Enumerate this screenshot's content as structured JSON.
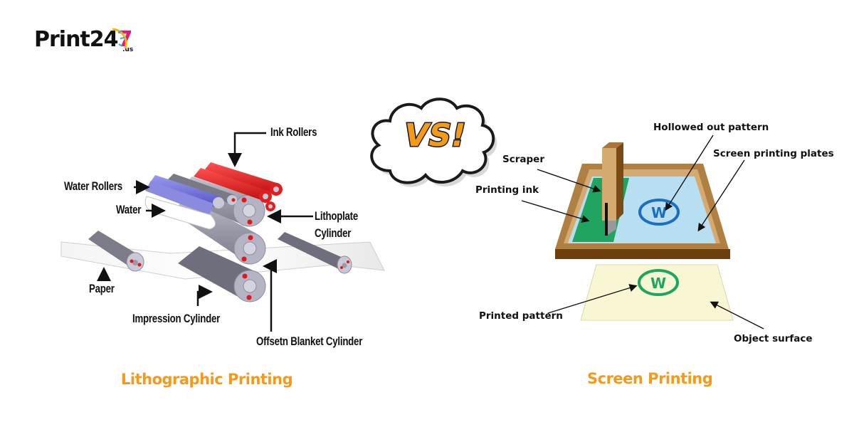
{
  "brand": {
    "name_part1": "Print",
    "name_part2": "24",
    "name_part3": "7",
    "tld": ".us",
    "accent_color": "#e0197d",
    "ring_color": "#f5b800"
  },
  "vs_badge": {
    "text": "VS!",
    "fill_color": "#f39a1a"
  },
  "lithographic": {
    "title": "Lithographic Printing",
    "labels": {
      "ink_rollers": "Ink Rollers",
      "water_rollers": "Water Rollers",
      "water": "Water",
      "lithoplate_line1": "Lithoplate",
      "lithoplate_line2": "Cylinder",
      "paper": "Paper",
      "impression_cylinder": "Impression Cylinder",
      "offset_blanket_cylinder": "Offsetn Blanket Cylinder"
    },
    "colors": {
      "ink_roller": "#e02020",
      "water_roller": "#7070d8",
      "cylinder": "#a9a9b8"
    }
  },
  "screen": {
    "title": "Screen Printing",
    "labels": {
      "hollowed_out_pattern": "Hollowed out pattern",
      "scraper": "Scraper",
      "screen_printing_plates": "Screen printing plates",
      "printing_ink": "Printing ink",
      "printed_pattern": "Printed pattern",
      "object_surface": "Object surface"
    },
    "pattern_letter": "W",
    "colors": {
      "frame": "#a8763a",
      "screen": "#b8def2",
      "ink": "#1fa560",
      "pattern": "#1a6fc0",
      "surface": "#f9f6d4"
    }
  },
  "title_color": "#f39a1a"
}
